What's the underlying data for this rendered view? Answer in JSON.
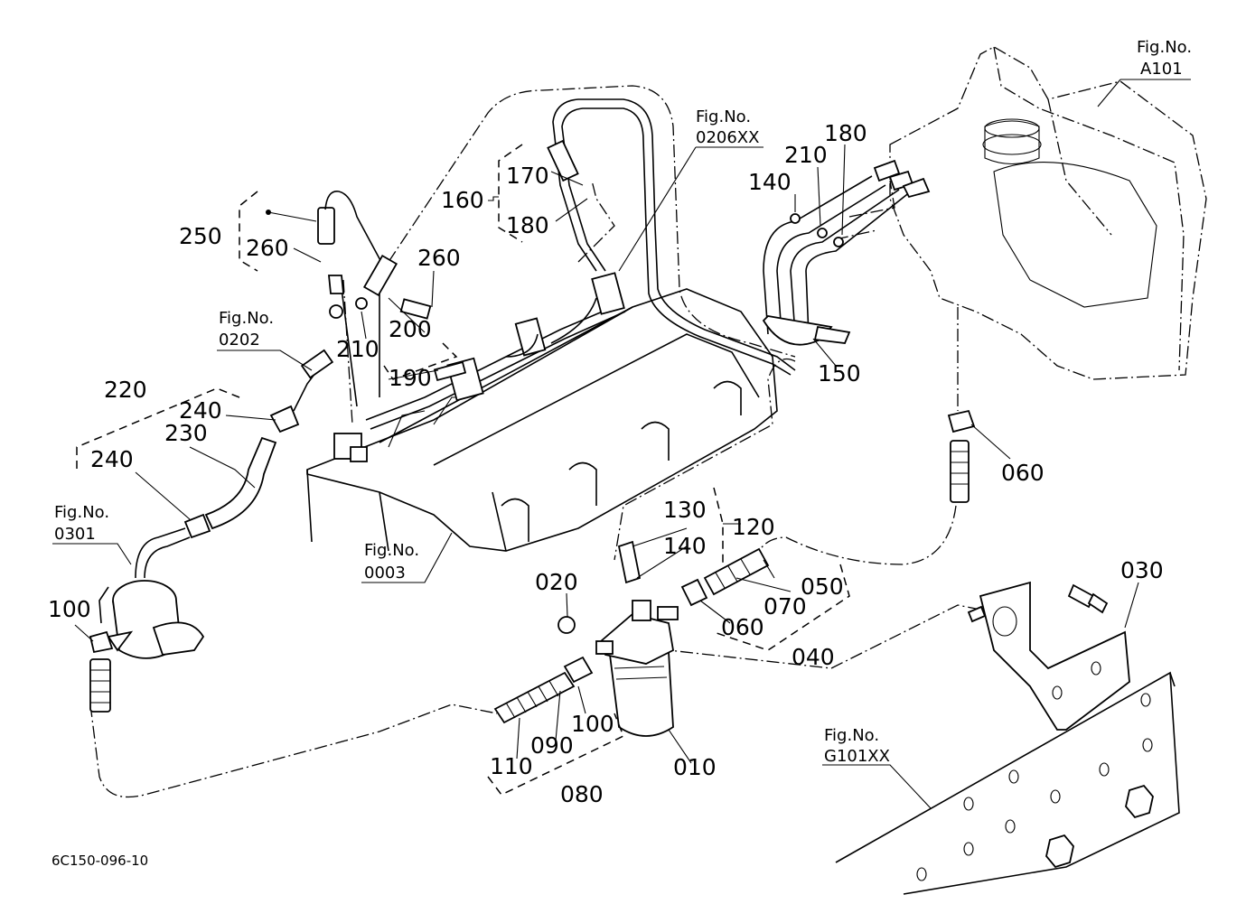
{
  "figure_code": "6C150-096-10",
  "fig_prefix": "Fig.No.",
  "fig_refs": {
    "a101": "A101",
    "f0206xx": "0206XX",
    "f0202": "0202",
    "f0301": "0301",
    "f0003": "0003",
    "g101xx": "G101XX"
  },
  "labels": {
    "p010": "010",
    "p020": "020",
    "p030": "030",
    "p040": "040",
    "p050": "050",
    "p060a": "060",
    "p060b": "060",
    "p070": "070",
    "p080": "080",
    "p090": "090",
    "p100a": "100",
    "p100b": "100",
    "p110": "110",
    "p120": "120",
    "p130": "130",
    "p140a": "140",
    "p140b": "140",
    "p150": "150",
    "p160": "160",
    "p170": "170",
    "p180a": "180",
    "p180b": "180",
    "p190": "190",
    "p200": "200",
    "p210a": "210",
    "p210b": "210",
    "p220": "220",
    "p230": "230",
    "p240a": "240",
    "p240b": "240",
    "p250": "250",
    "p260a": "260",
    "p260b": "260"
  }
}
